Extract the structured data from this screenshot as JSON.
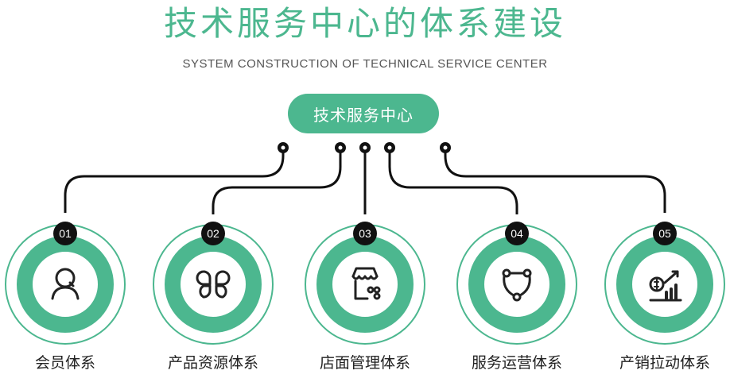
{
  "title": "技术服务中心的体系建设",
  "subtitle": "SYSTEM CONSTRUCTION OF TECHNICAL SERVICE CENTER",
  "center": "技术服务中心",
  "colors": {
    "accent": "#4cb78f",
    "line": "#111111"
  },
  "systems": [
    {
      "num": "01",
      "label": "会员体系",
      "icon": "user-icon"
    },
    {
      "num": "02",
      "label": "产品资源体系",
      "icon": "grid-icon"
    },
    {
      "num": "03",
      "label": "店面管理体系",
      "icon": "store-icon"
    },
    {
      "num": "04",
      "label": "服务运营体系",
      "icon": "cycle-icon"
    },
    {
      "num": "05",
      "label": "产销拉动体系",
      "icon": "growth-chart-icon"
    }
  ]
}
